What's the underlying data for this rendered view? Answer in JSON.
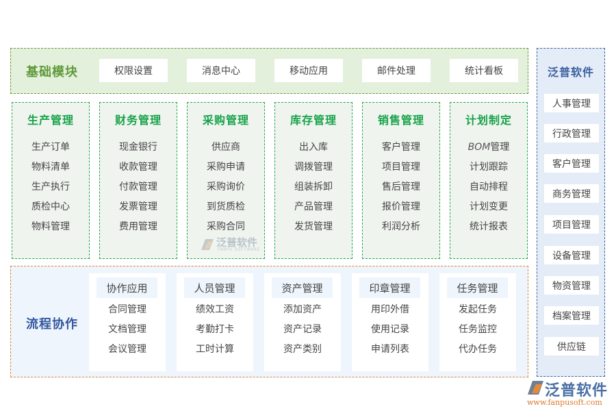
{
  "basic": {
    "title": "基础模块",
    "buttons": [
      "权限设置",
      "消息中心",
      "移动应用",
      "邮件处理",
      "统计看板"
    ]
  },
  "modules": [
    {
      "title": "生产管理",
      "items": [
        "生产订单",
        "物料清单",
        "生产执行",
        "质检中心",
        "物料管理"
      ]
    },
    {
      "title": "财务管理",
      "items": [
        "现金银行",
        "收款管理",
        "付款管理",
        "发票管理",
        "费用管理"
      ]
    },
    {
      "title": "采购管理",
      "items": [
        "供应商",
        "采购申请",
        "采购询价",
        "到货质检",
        "采购合同"
      ]
    },
    {
      "title": "库存管理",
      "items": [
        "出入库",
        "调拨管理",
        "组装拆卸",
        "产品管理",
        "发货管理"
      ]
    },
    {
      "title": "销售管理",
      "items": [
        "客户管理",
        "项目管理",
        "售后管理",
        "报价管理",
        "利润分析"
      ]
    },
    {
      "title": "计划制定",
      "items": [
        "管理",
        "计划跟踪",
        "自动排程",
        "计划变更",
        "统计报表"
      ],
      "bom_prefix": "BOM"
    }
  ],
  "flow": {
    "title": "流程协作",
    "cards": [
      {
        "title": "协作应用",
        "items": [
          "合同管理",
          "文档管理",
          "会议管理"
        ]
      },
      {
        "title": "人员管理",
        "items": [
          "绩效工资",
          "考勤打卡",
          "工时计算"
        ]
      },
      {
        "title": "资产管理",
        "items": [
          "添加资产",
          "资产记录",
          "资产类别"
        ]
      },
      {
        "title": "印章管理",
        "items": [
          "用印外借",
          "使用记录",
          "申请列表"
        ]
      },
      {
        "title": "任务管理",
        "items": [
          "发起任务",
          "任务监控",
          "代办任务"
        ]
      }
    ]
  },
  "side": {
    "title": "泛普软件",
    "items": [
      "人事管理",
      "行政管理",
      "客户管理",
      "商务管理",
      "项目管理",
      "设备管理",
      "物资管理",
      "档案管理",
      "供应链"
    ]
  },
  "watermark": {
    "name": "泛普软件",
    "sub": "FANPU SOFTWARE"
  },
  "logo": {
    "name": "泛普软件",
    "url": "www.fanpusoft.com",
    "icon": "fanpu-logo-icon"
  },
  "colors": {
    "basic_bg": "#e3f0db",
    "basic_border": "#5f9a3a",
    "module_title": "#17a34a",
    "module_border": "#1ea84a",
    "module_bg": "#f0f4ef",
    "flow_border": "#e0853a",
    "flow_title": "#3457a0",
    "flow_bg": "#eef5fc",
    "side_bg": "#e4ecf8",
    "side_border": "#3a5fa0"
  }
}
